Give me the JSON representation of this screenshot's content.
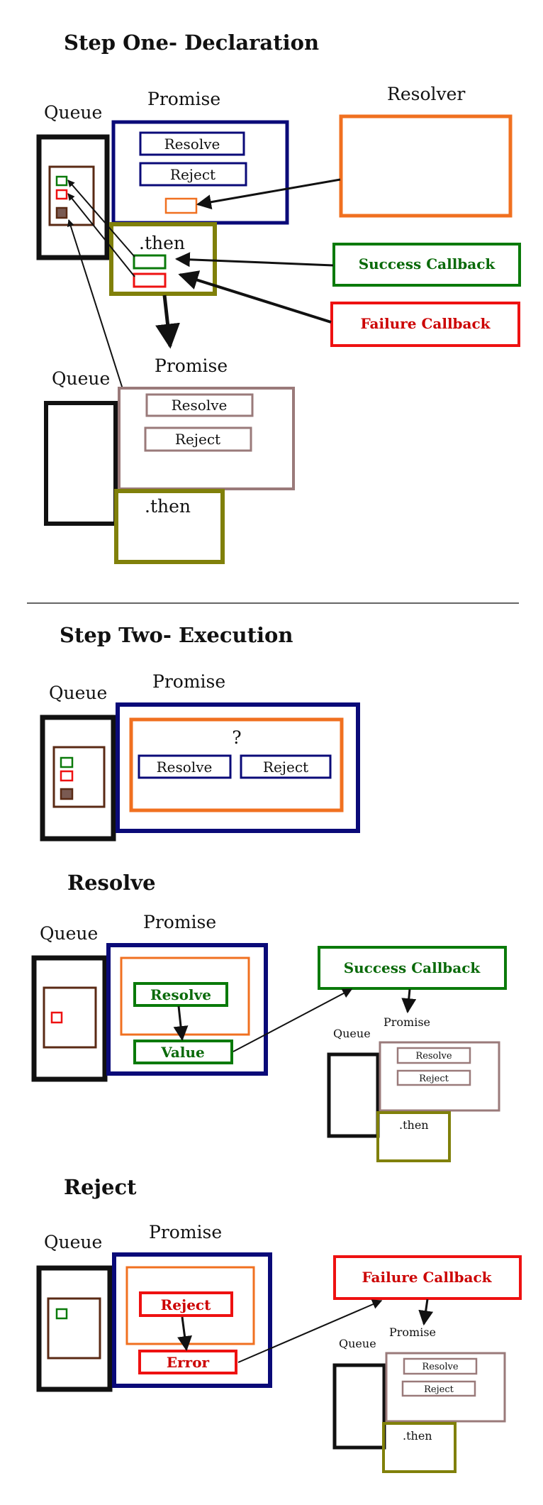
{
  "step_one": {
    "heading": "Step One- Declaration",
    "queue_label": "Queue",
    "promise_label": "Promise",
    "resolve_label": "Resolve",
    "reject_label": "Reject",
    "resolver_label": "Resolver",
    "then_label": ".then",
    "success_callback": "Success Callback",
    "failure_callback": "Failure Callback",
    "queue2_label": "Queue",
    "promise2_label": "Promise",
    "resolve2_label": "Resolve",
    "reject2_label": "Reject",
    "then2_label": ".then"
  },
  "step_two": {
    "heading": "Step Two- Execution",
    "queue_label": "Queue",
    "promise_label": "Promise",
    "question_mark": "?",
    "resolve_label": "Resolve",
    "reject_label": "Reject"
  },
  "resolve_section": {
    "heading": "Resolve",
    "queue_label": "Queue",
    "promise_label": "Promise",
    "resolve_label": "Resolve",
    "value_label": "Value",
    "success_callback": "Success Callback",
    "small_promise_label": "Promise",
    "small_queue_label": "Queue",
    "small_resolve_label": "Resolve",
    "small_reject_label": "Reject",
    "small_then_label": ".then"
  },
  "reject_section": {
    "heading": "Reject",
    "queue_label": "Queue",
    "promise_label": "Promise",
    "reject_label": "Reject",
    "error_label": "Error",
    "failure_callback": "Failure Callback",
    "small_promise_label": "Promise",
    "small_queue_label": "Queue",
    "small_resolve_label": "Resolve",
    "small_reject_label": "Reject",
    "small_then_label": ".then"
  },
  "colors": {
    "queue": "#111111",
    "promise": "#0a0a78",
    "resolver": "#f07020",
    "then": "#80800a",
    "success": "#0a7a0a",
    "failure": "#ee1111",
    "chained_promise": "#9a7a7a",
    "queue_item": "#5a2a14"
  }
}
